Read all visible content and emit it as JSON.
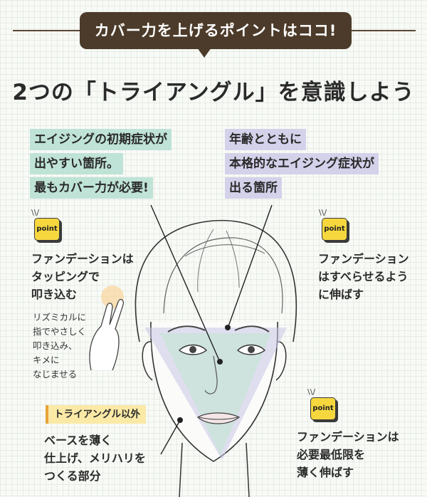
{
  "banner": {
    "text": "カバー力を上げるポイントはココ!"
  },
  "title": "2つの「トライアングル」を意識しよう",
  "left_callout": {
    "lines": [
      "エイジングの初期症状が",
      "出やすい箇所。",
      "最もカバー力が必要!"
    ]
  },
  "right_callout": {
    "lines": [
      "年齢とともに",
      "本格的なエイジング症状が",
      "出る箇所"
    ]
  },
  "points": [
    {
      "badge": "point",
      "lines": [
        "ファンデーションは",
        "タッピングで",
        "叩き込む"
      ],
      "sub": [
        "リズミカルに",
        "指でやさしく",
        "叩き込み、",
        "キメに",
        "なじませる"
      ]
    },
    {
      "badge": "point",
      "lines": [
        "ファンデーション",
        "はすべらせるよう",
        "に伸ばす"
      ]
    },
    {
      "badge": "point",
      "lines": [
        "ファンデーションは",
        "必要最低限を",
        "薄く伸ばす"
      ]
    }
  ],
  "outside": {
    "tag": "トライアングル以外",
    "lines": [
      "ベースを薄く",
      "仕上げ、メリハリを",
      "つくる部分"
    ]
  },
  "colors": {
    "banner": "#4c3b2a",
    "green_highlight": "#bfe3d6",
    "purple_highlight": "#d4d2ea",
    "point_yellow": "#f6d83e",
    "tag_yellow": "#fbe9a6",
    "triangle_purple": "#c9c6e6",
    "triangle_green": "#bfe6d0"
  }
}
